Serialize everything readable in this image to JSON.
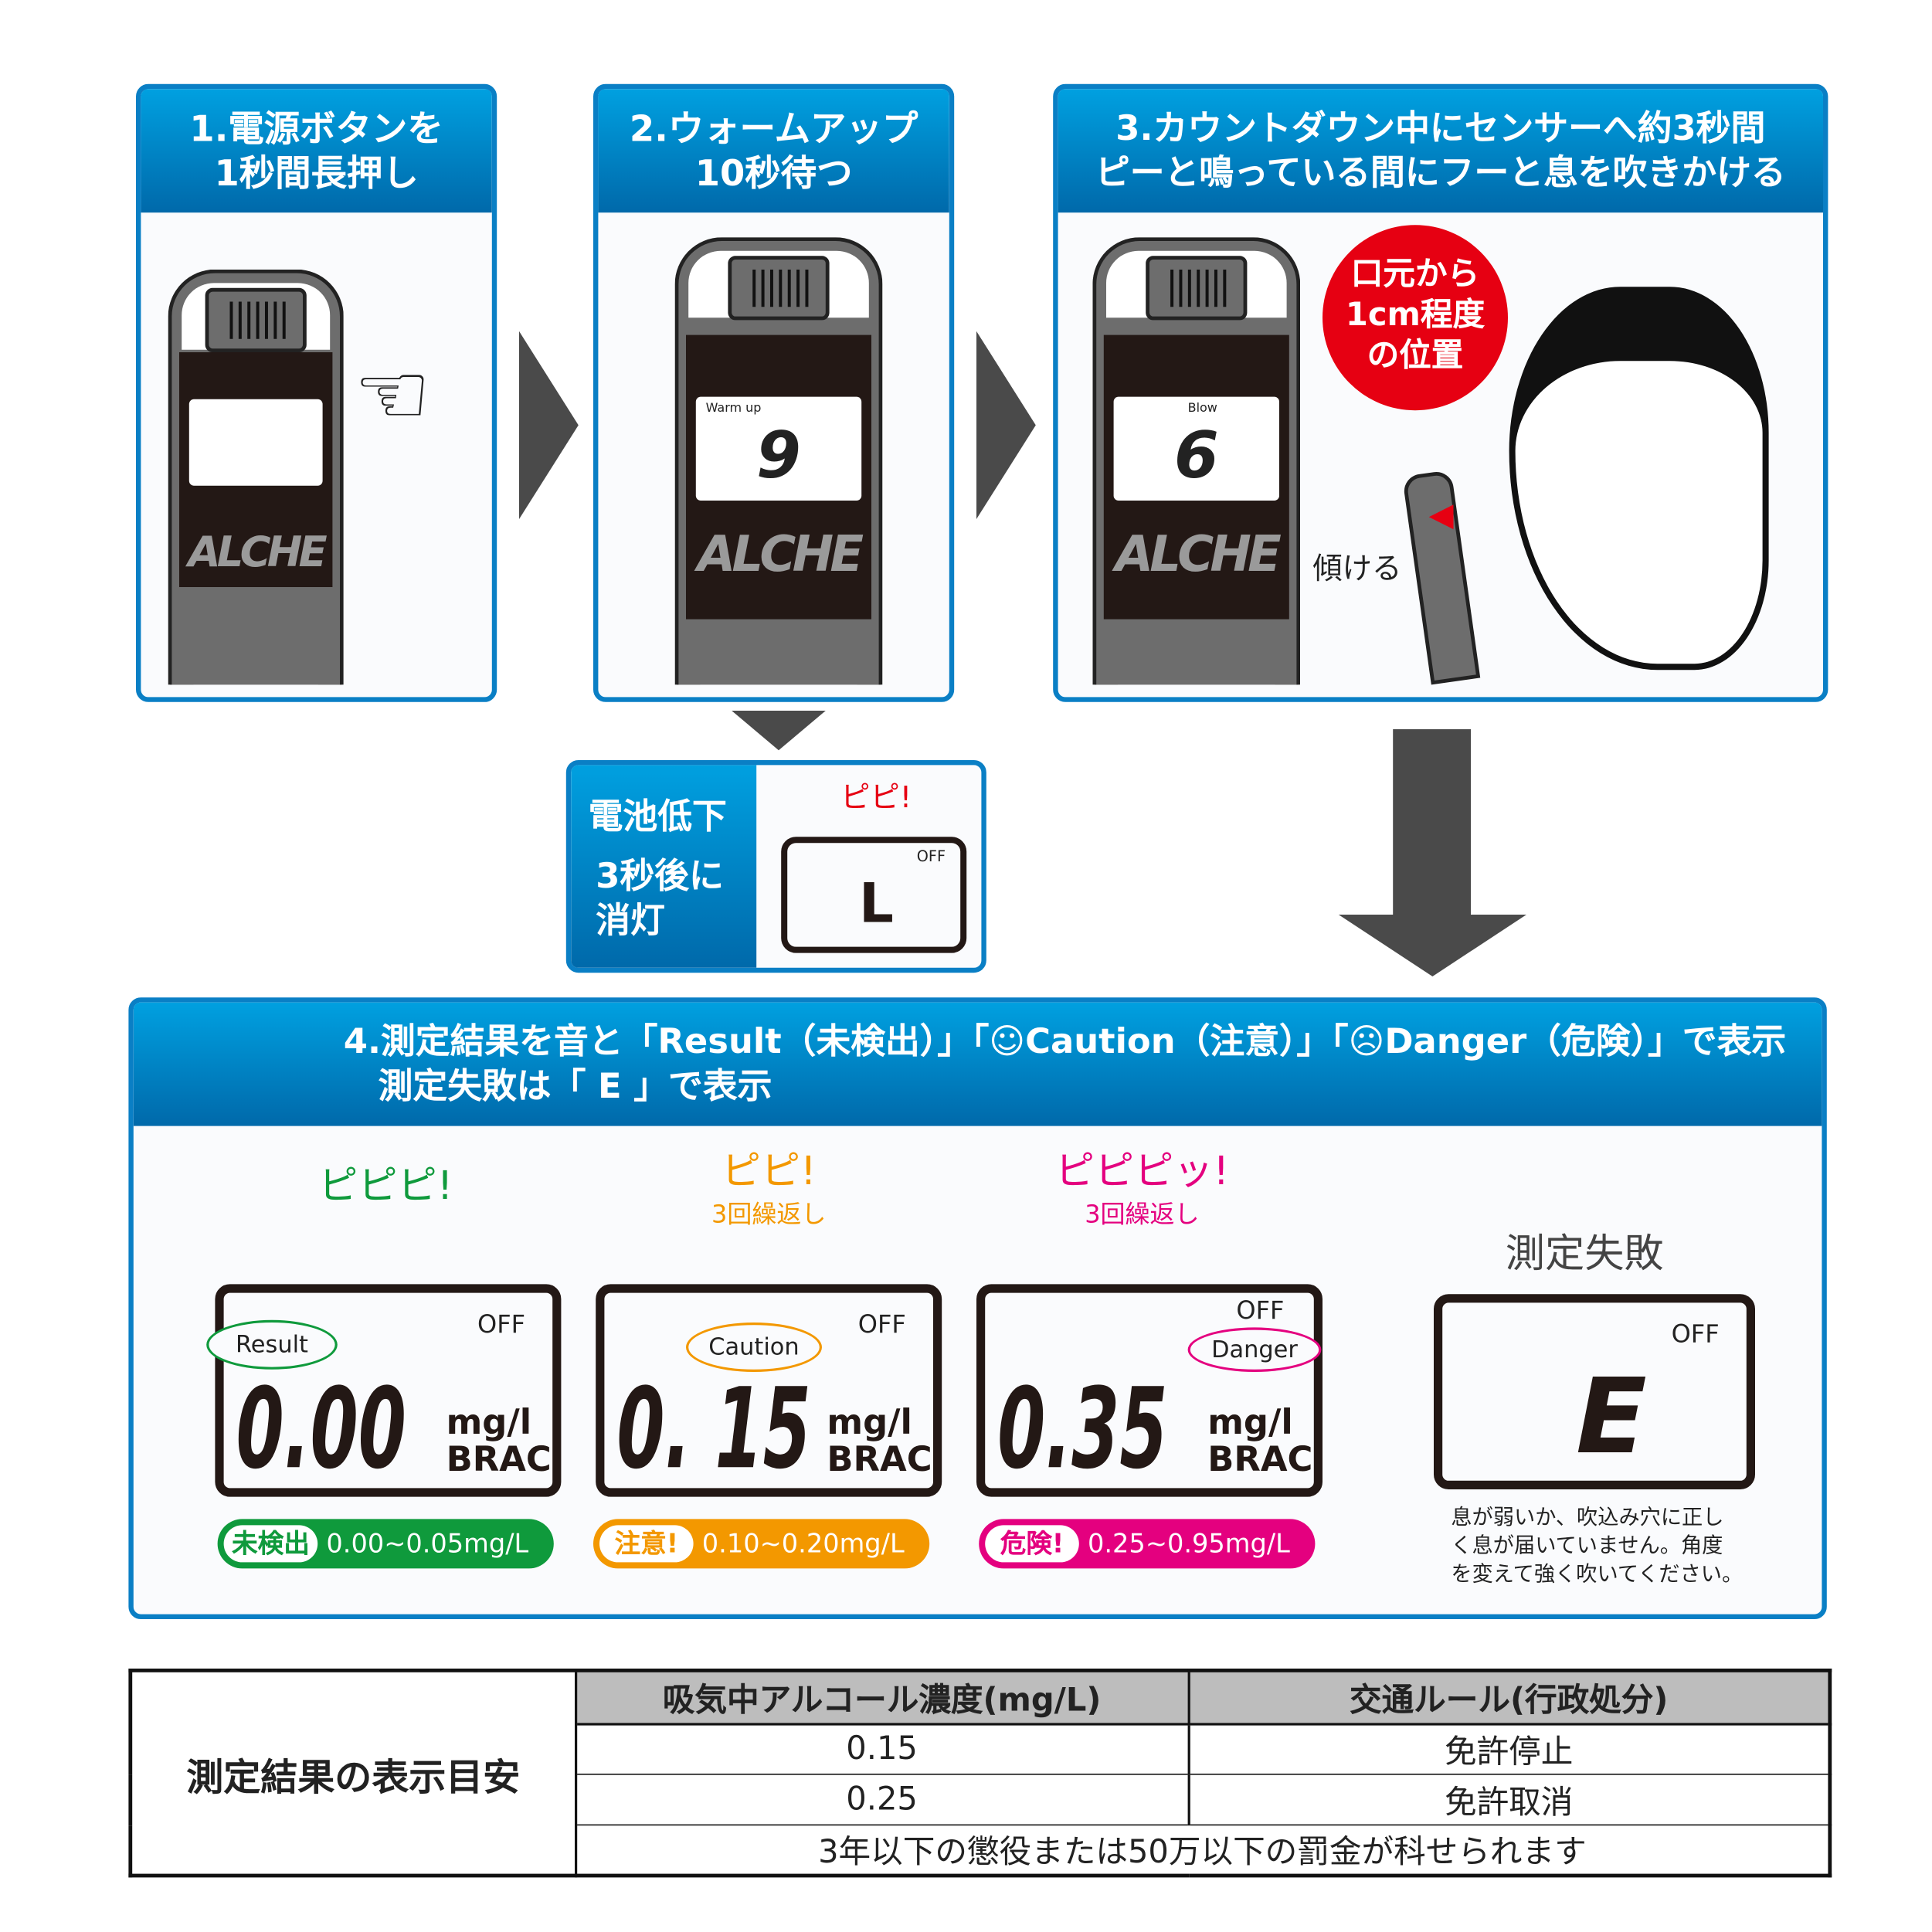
{
  "step1": {
    "title_line1": "1.電源ボタンを",
    "title_line2": "1秒間長押し",
    "device_logo": "ALCHE"
  },
  "step2": {
    "title_line1": "2.ウォームアップ",
    "title_line2": "10秒待つ",
    "screen_label": "Warm up",
    "screen_digit": "9",
    "device_logo": "ALCHE"
  },
  "step3": {
    "title_line1": "3.カウントダウン中にセンサーへ約3秒間",
    "title_line2": "ピーと鳴っている間にフーと息を吹きかける",
    "screen_label": "Blow",
    "screen_digit": "6",
    "device_logo": "ALCHE",
    "bubble_line1": "口元から",
    "bubble_line2": "1cm程度",
    "bubble_line3": "の位置",
    "tilt_label": "傾ける"
  },
  "battery": {
    "title": "電池低下",
    "desc_line1": "3秒後に",
    "desc_line2": "消灯",
    "beep": "ピピ!",
    "off": "OFF",
    "digit": "L"
  },
  "step4": {
    "title_line1_a": "4.測定結果を音と「Result（未検出）」「",
    "title_line1_b": "Caution（注意）」「",
    "title_line1_c": "Danger（危険）」で表示",
    "title_line2": "測定失敗は「 E 」で表示",
    "results": [
      {
        "beep": "ピピピ!",
        "repeat": "",
        "label": "Result",
        "value": "0.00",
        "unit1": "mg/l",
        "unit2": "BRAC",
        "off": "OFF",
        "tag": "未検出",
        "range": "0.00~0.05mg/L",
        "color": "#0f9a3c"
      },
      {
        "beep": "ピピ!",
        "repeat": "3回繰返し",
        "label": "Caution",
        "value": "0. 15",
        "unit1": "mg/l",
        "unit2": "BRAC",
        "off": "OFF",
        "tag": "注意!",
        "range": "0.10~0.20mg/L",
        "color": "#f39800"
      },
      {
        "beep": "ピピピッ!",
        "repeat": "3回繰返し",
        "label": "Danger",
        "value": "0.35",
        "unit1": "mg/l",
        "unit2": "BRAC",
        "off": "OFF",
        "tag": "危険!",
        "range": "0.25~0.95mg/L",
        "color": "#e4007f"
      }
    ],
    "failure": {
      "title": "測定失敗",
      "off": "OFF",
      "digit": "E",
      "note_line1": "息が弱いか、吹込み穴に正し",
      "note_line2": "く息が届いていません。角度",
      "note_line3": "を変えて強く吹いてください。"
    }
  },
  "table": {
    "row_header": "測定結果の表示目安",
    "col1": "吸気中アルコール濃度(mg/L)",
    "col2": "交通ルール(行政処分)",
    "rows": [
      {
        "level": "0.15",
        "rule": "免許停止"
      },
      {
        "level": "0.25",
        "rule": "免許取消"
      }
    ],
    "footer": "3年以下の懲役または50万以下の罰金が科せられます"
  },
  "colors": {
    "blue": "#0a7fc5",
    "green": "#0f9a3c",
    "orange": "#f39800",
    "magenta": "#e4007f",
    "red": "#e60012"
  }
}
